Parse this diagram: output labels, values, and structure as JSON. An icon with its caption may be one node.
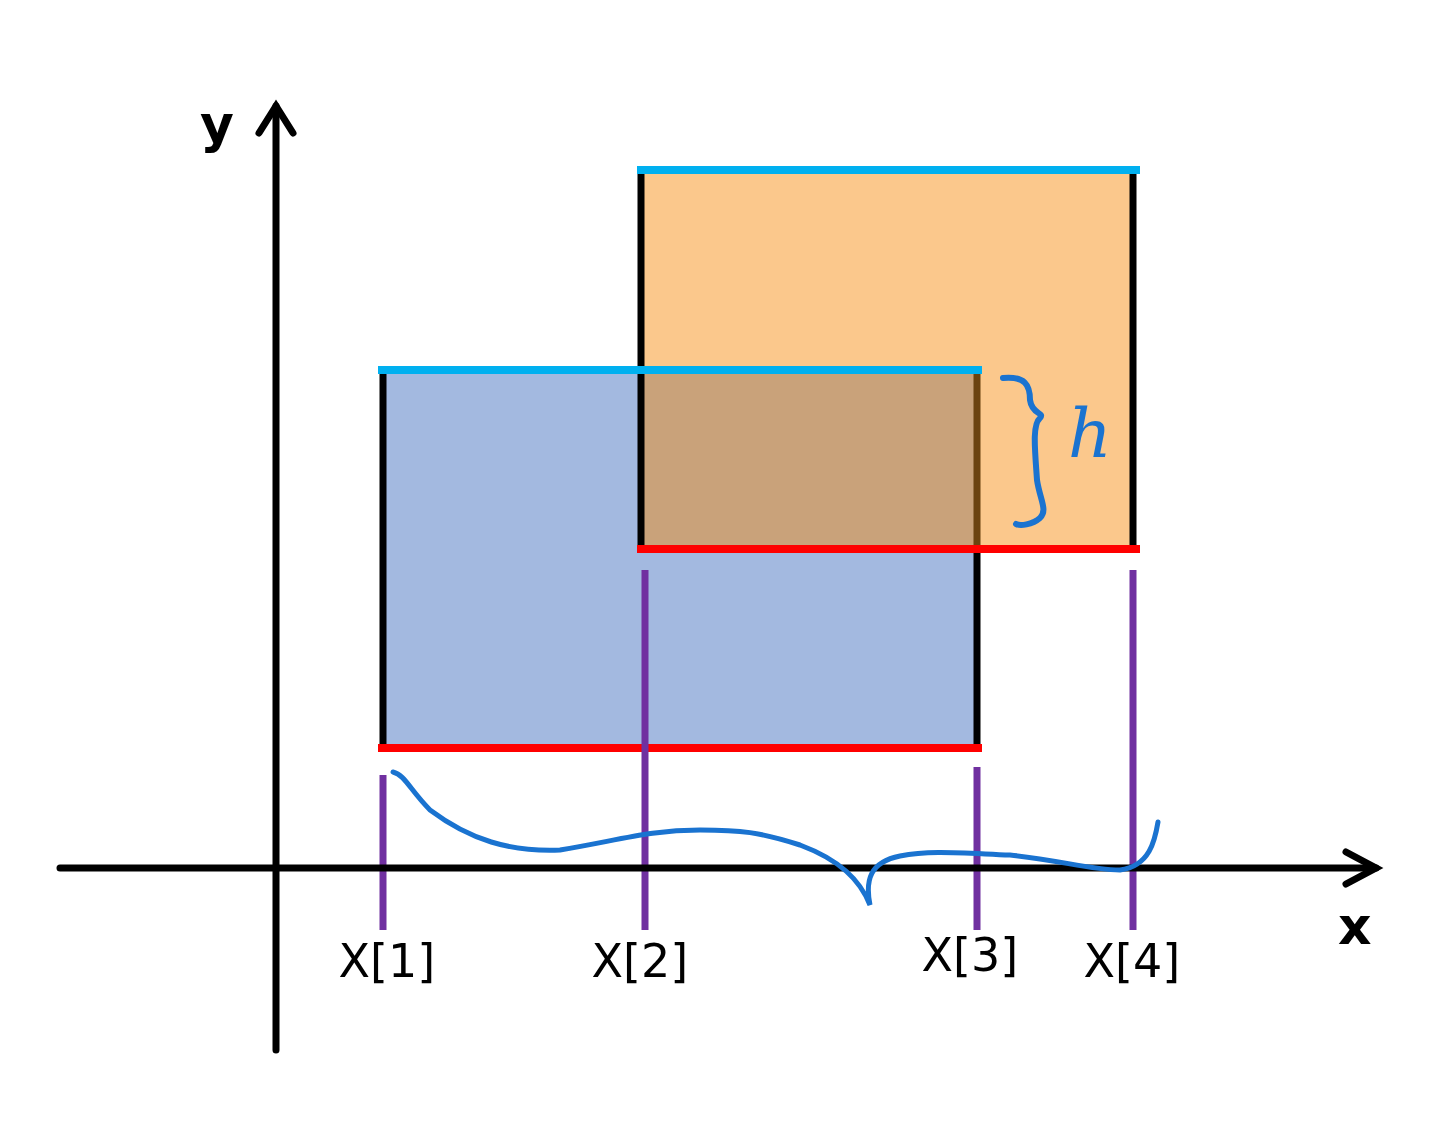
{
  "diagram": {
    "labels": [
      "y",
      "h",
      "x",
      "X[1]",
      "X[2]",
      "X[3]",
      "X[4]"
    ]
  }
}
